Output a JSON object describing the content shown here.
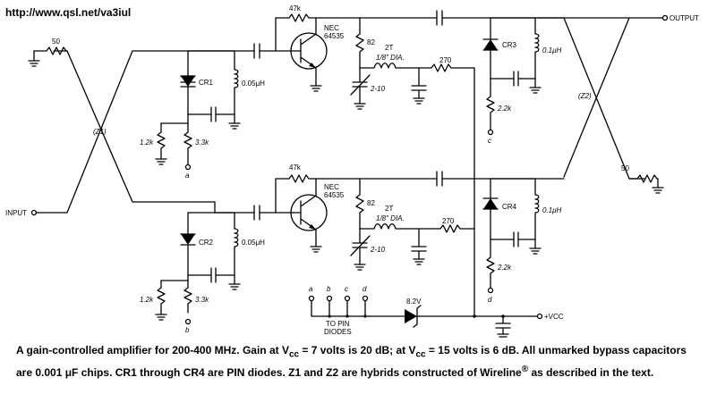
{
  "url": "http://www.qsl.net/va3iul",
  "labels": {
    "output": "OUTPUT",
    "input": "INPUT",
    "vcc": "+VCC",
    "z1": "(Z1)",
    "z2": "(Z2)",
    "r50_top": "50",
    "r50_bottom": "50",
    "r47k_top": "47k",
    "r47k_bottom": "47k",
    "transistor_top": [
      "NEC",
      "64535"
    ],
    "transistor_bottom": [
      "NEC",
      "64535"
    ],
    "r82_top": "82",
    "r82_bottom": "82",
    "coil_top": [
      "2T",
      "1/8\" DIA."
    ],
    "coil_bottom": [
      "2T",
      "1/8\" DIA."
    ],
    "r270_top": "270",
    "r270_bottom": "270",
    "cap_var_top": "2-10",
    "cap_var_bottom": "2-10",
    "cr1": "CR1",
    "cr2": "CR2",
    "cr3": "CR3",
    "cr4": "CR4",
    "l_cr1": "0.05μH",
    "l_cr2": "0.05μH",
    "l_cr3": "0.1μH",
    "l_cr4": "0.1μH",
    "r12k_top": "1.2k",
    "r12k_bottom": "1.2k",
    "r33k_top": "3.3k",
    "r33k_bottom": "3.3k",
    "r22k_top": "2.2k",
    "r22k_bottom": "2.2k",
    "node_a": "a",
    "node_b": "b",
    "node_c": "c",
    "node_d": "d",
    "pin_a": "a",
    "pin_b": "b",
    "pin_c": "c",
    "pin_d": "d",
    "to_pin": "TO PIN",
    "diodes": "DIODES",
    "zener": "8.2V"
  },
  "caption": [
    "A gain-controlled amplifier for 200-400 MHz. Gain at V",
    "cc",
    " = 7 volts is 20 dB; at V",
    "cc",
    " = 15 volts is 6 dB. All unmarked bypass capacitors are 0.001 μF chips. CR1 through CR4 are ",
    "PIN",
    " diodes. Z1 and Z2 are hybrids constructed of Wireline",
    "®",
    " as described in the text."
  ]
}
